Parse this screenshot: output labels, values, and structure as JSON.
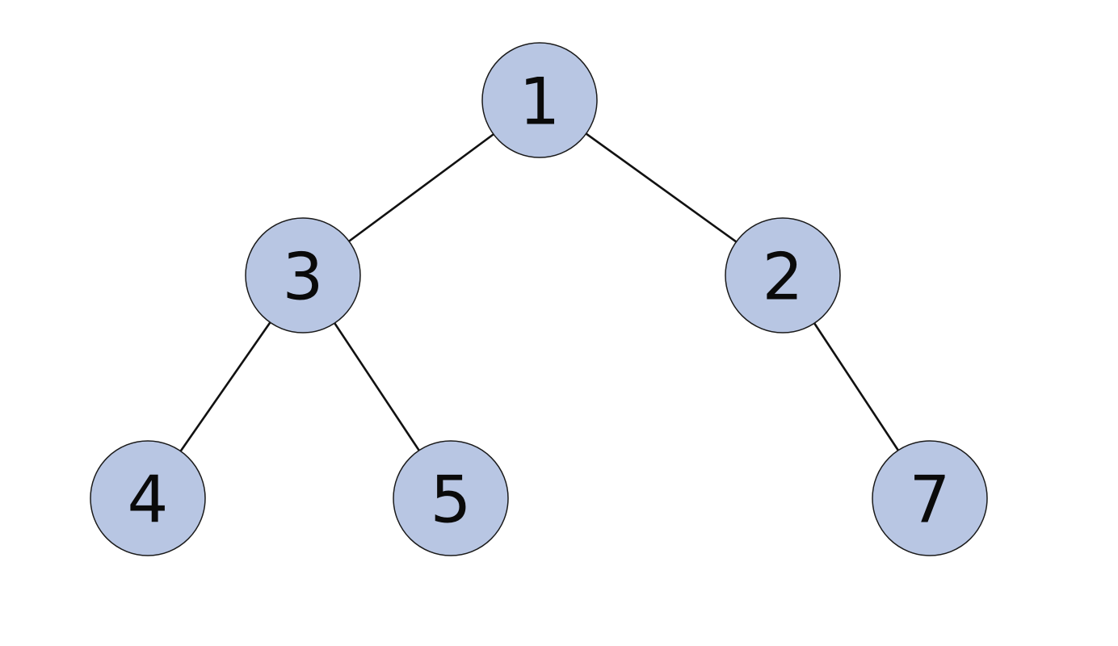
{
  "colors": {
    "node_fill": "#b8c6e3",
    "node_stroke": "#1a1a1a",
    "edge": "#111111",
    "label": "#0a0a0a"
  },
  "tree": {
    "nodes": [
      {
        "id": "n1",
        "label": "1"
      },
      {
        "id": "n3",
        "label": "3"
      },
      {
        "id": "n2",
        "label": "2"
      },
      {
        "id": "n4",
        "label": "4"
      },
      {
        "id": "n5",
        "label": "5"
      },
      {
        "id": "n7",
        "label": "7"
      }
    ],
    "edges": [
      {
        "from": "n1",
        "to": "n3"
      },
      {
        "from": "n1",
        "to": "n2"
      },
      {
        "from": "n3",
        "to": "n4"
      },
      {
        "from": "n3",
        "to": "n5"
      },
      {
        "from": "n2",
        "to": "n7"
      }
    ]
  }
}
